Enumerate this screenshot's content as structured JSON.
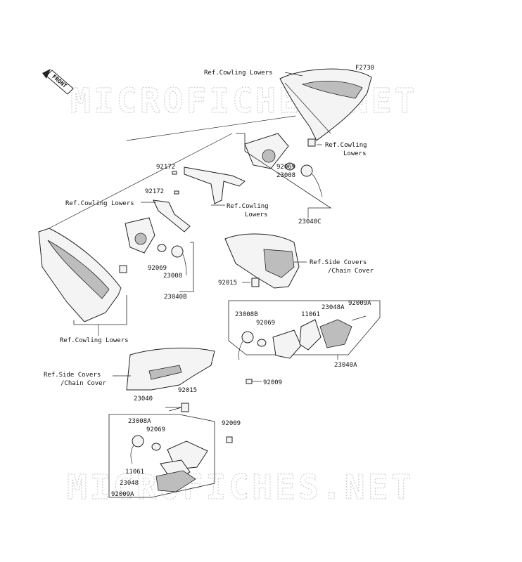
{
  "diagram_code": "F2730",
  "watermark": "MICROFICHES.NET",
  "front_label": "FRONT",
  "labels": {
    "ref_cowling_lowers_top": "Ref.Cowling Lowers",
    "ref_cowling_lowers_right_1": "Ref.Cowling",
    "ref_cowling_lowers_right_2": "Lowers",
    "ref_cowling_lowers_mid_1": "Ref.Cowling",
    "ref_cowling_lowers_mid_2": "Lowers",
    "ref_cowling_lowers_left": "Ref.Cowling Lowers",
    "ref_cowling_lowers_bottom": "Ref.Cowling Lowers",
    "ref_side_covers_right_1": "Ref.Side Covers",
    "ref_side_covers_right_2": "/Chain Cover",
    "ref_side_covers_left_1": "Ref.Side Covers",
    "ref_side_covers_left_2": "/Chain Cover"
  },
  "parts": {
    "p92172_a": "92172",
    "p92172_b": "92172",
    "p92069_c": "92069",
    "p23008_c": "23008",
    "p23040C": "23040C",
    "p92069_b": "92069",
    "p23008_b": "23008",
    "p23040B": "23040B",
    "p92015_a": "92015",
    "p23008B": "23008B",
    "p92069_r": "92069",
    "p11061_r": "11061",
    "p23048A": "23048A",
    "p92009A": "92009A",
    "p23040A": "23040A",
    "p92009_r": "92009",
    "p92015_b": "92015",
    "p23040": "23040",
    "p23008A": "23008A",
    "p92069_l": "92069",
    "p92009_l": "92009",
    "p11061_l": "11061",
    "p23048": "23048",
    "p92009A_l": "92009A"
  }
}
